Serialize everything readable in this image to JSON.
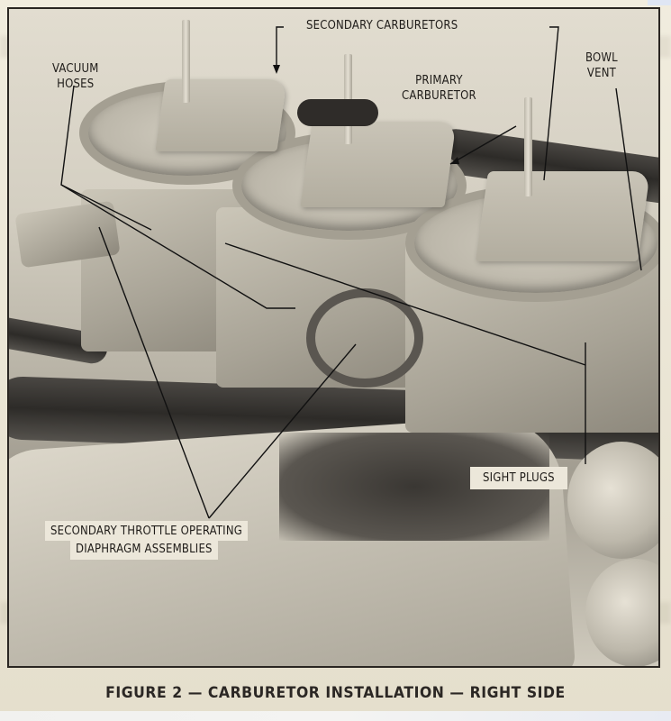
{
  "figure": {
    "caption": "FIGURE 2 — CARBURETOR INSTALLATION — RIGHT SIDE",
    "subject": "engine-bay-carburetor-photo",
    "labels": {
      "secondary_carburetors": "SECONDARY CARBURETORS",
      "vacuum_hoses_line1": "VACUUM",
      "vacuum_hoses_line2": "HOSES",
      "primary_carburetor_line1": "PRIMARY",
      "primary_carburetor_line2": "CARBURETOR",
      "bowl_vent_line1": "BOWL",
      "bowl_vent_line2": "VENT",
      "sight_plugs": "SIGHT PLUGS",
      "secondary_throttle_line1": "SECONDARY THROTTLE OPERATING",
      "secondary_throttle_line2": "DIAPHRAGM ASSEMBLIES"
    }
  },
  "colors": {
    "paper": "#ece6d3",
    "ink": "#1f1c19",
    "frame": "#2a2622"
  }
}
